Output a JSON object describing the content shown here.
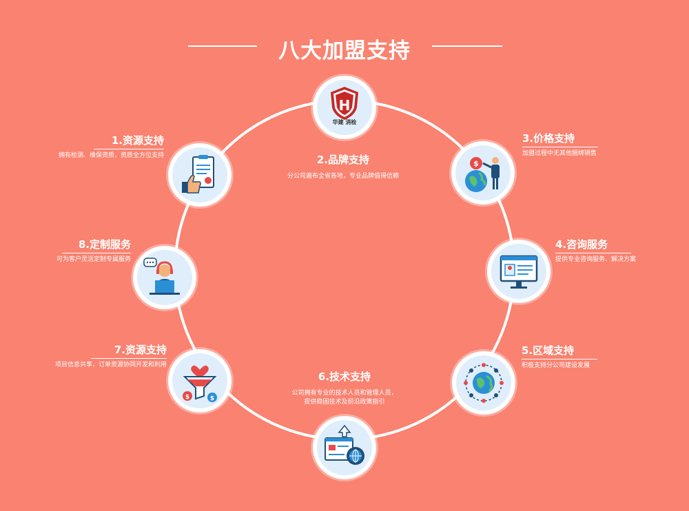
{
  "page": {
    "title": "八大加盟支持",
    "colors": {
      "background": "#f98270",
      "ring": "#ffffff",
      "icon_bg": "#dfeefa",
      "accent_red": "#e84a4a",
      "accent_blue": "#2b8fd6"
    }
  },
  "logo": {
    "letter": "H",
    "caption": "华建 消检",
    "icon": "shield-logo"
  },
  "items": [
    {
      "name": "1.资源支持",
      "desc": "拥有检测、维保资质，资质全方位支持",
      "icon": "clipboard-thumbs-up-icon"
    },
    {
      "name": "2.品牌支持",
      "desc": "分公司遍布全省各地，专业品牌值得信赖",
      "icon": ""
    },
    {
      "name": "3.价格支持",
      "desc": "加盟过程中无其他捆绑销售",
      "icon": "globe-dollar-person-icon"
    },
    {
      "name": "4.咨询服务",
      "desc": "提供专业咨询服务、解决方案",
      "icon": "monitor-profile-icon"
    },
    {
      "name": "5.区域支持",
      "desc": "积极支持分公司建设发展",
      "icon": "network-globe-icon"
    },
    {
      "name": "6.技术支持",
      "desc_lines": [
        "公司拥有专业的技术人员和管理人员，",
        "提供稳固技术及前沿政策指引"
      ],
      "icon": "web-gear-icon"
    },
    {
      "name": "7.资源支持",
      "desc": "项目信息共享，订单资源协同开发和利用",
      "icon": "funnel-heart-coins-icon"
    },
    {
      "name": "8.定制服务",
      "desc": "可为客户灵活定制专属服务",
      "icon": "headset-laptop-icon"
    }
  ]
}
